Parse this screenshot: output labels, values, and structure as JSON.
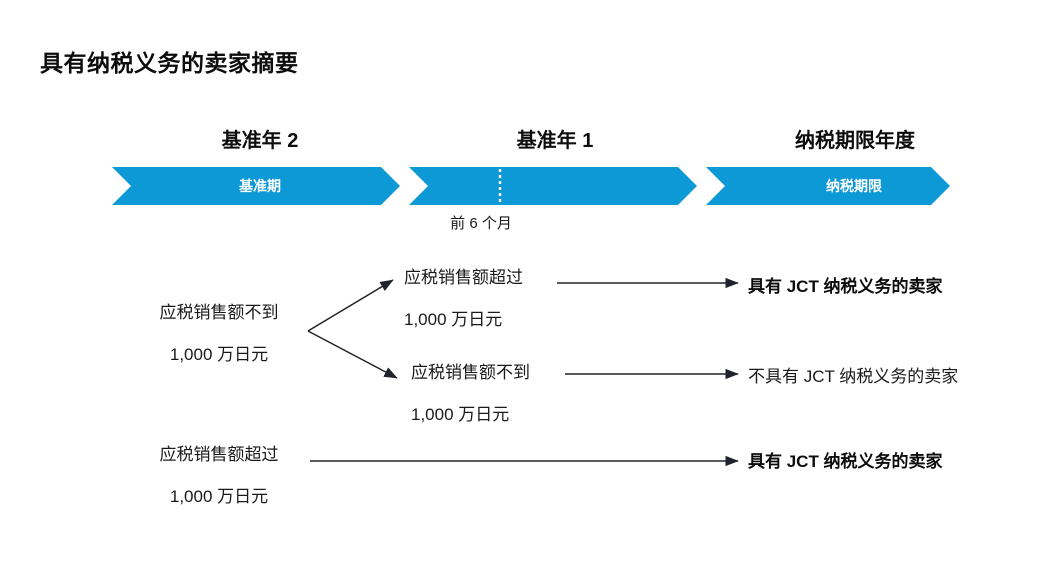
{
  "page": {
    "title": "具有纳税义务的卖家摘要",
    "accent_color": "#0d99d6",
    "text_color": "#1a1a1a",
    "background": "#ffffff"
  },
  "timeline": {
    "headings": [
      {
        "label": "基准年 2"
      },
      {
        "label": "基准年 1"
      },
      {
        "label": "纳税期限年度"
      }
    ],
    "bands": [
      {
        "label": "基准期"
      },
      {
        "label": ""
      },
      {
        "label": "纳税期限"
      }
    ],
    "sub_labels": [
      {
        "label": "前 6 个月"
      }
    ]
  },
  "flow": {
    "source_1": {
      "line1": "应税销售额不到",
      "line2": "1,000 万日元"
    },
    "branch_high": {
      "line1": "应税销售额超过",
      "line2": "1,000 万日元"
    },
    "branch_low": {
      "line1": "应税销售额不到",
      "line2": "1,000 万日元"
    },
    "outcome_1": "具有 JCT 纳税义务的卖家",
    "outcome_2": "不具有 JCT 纳税义务的卖家",
    "source_2": {
      "line1": "应税销售额超过",
      "line2": "1,000 万日元"
    },
    "outcome_3": "具有 JCT 纳税义务的卖家"
  }
}
